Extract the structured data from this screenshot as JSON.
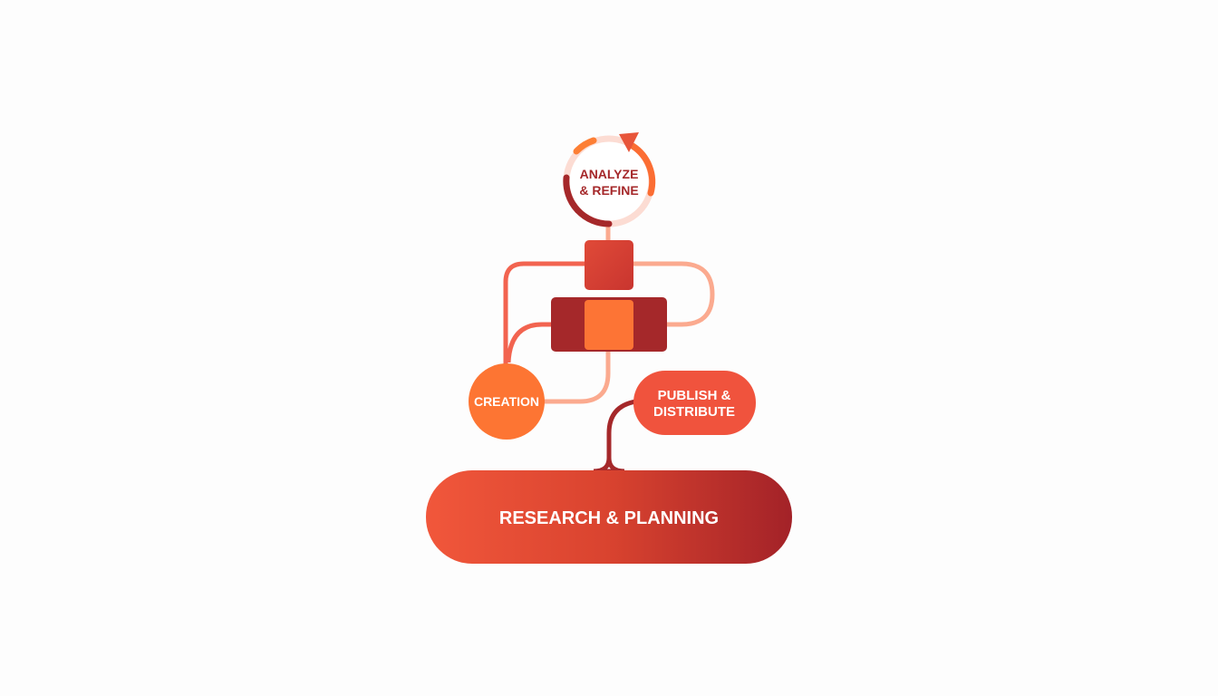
{
  "nodes": {
    "analyze": {
      "line1": "ANALYZE",
      "line2": "& REFINE"
    },
    "creation": {
      "label": "CREATION"
    },
    "publish": {
      "line1": "PUBLISH &",
      "line2": "DISTRIBUTE"
    },
    "research": {
      "label": "RESEARCH & PLANNING"
    }
  },
  "colors": {
    "dark_red": "#a5282a",
    "red": "#d63f33",
    "orange": "#fd7435",
    "coral": "#f0533d",
    "peach": "#fbaa8f",
    "ring_light": "#fcdcd3"
  }
}
